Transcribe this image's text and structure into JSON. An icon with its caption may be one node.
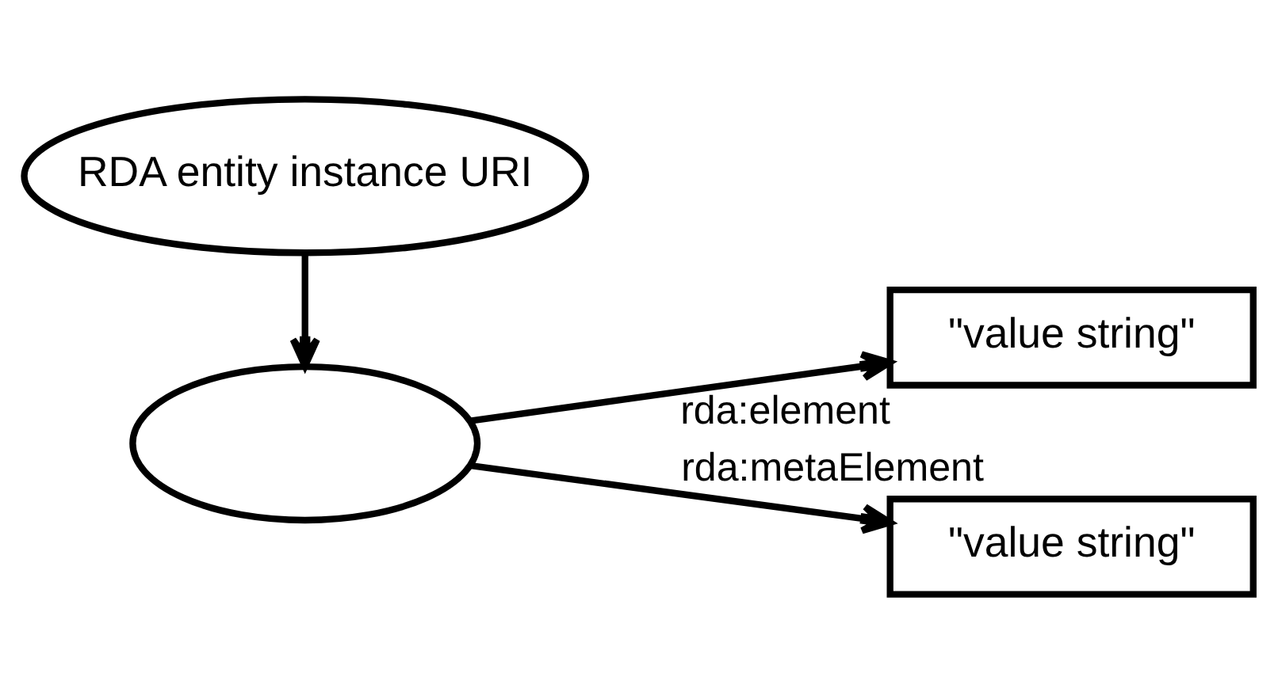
{
  "diagram": {
    "nodes": [
      {
        "text": [
          "RDA entity instance URI"
        ]
      },
      {
        "text": [],
        "shape": "ellipse"
      },
      {
        "text": [
          "\"value string\""
        ]
      },
      {
        "text": [
          "\"value string\""
        ]
      }
    ],
    "edges": [
      {
        "from": 0,
        "to": 1,
        "arrow": "to"
      },
      {
        "from": 1,
        "to": 2,
        "arrow": "to",
        "label": "rda:element"
      },
      {
        "from": 1,
        "to": 3,
        "arrow": "to",
        "label": "rda:metaElement"
      }
    ]
  }
}
